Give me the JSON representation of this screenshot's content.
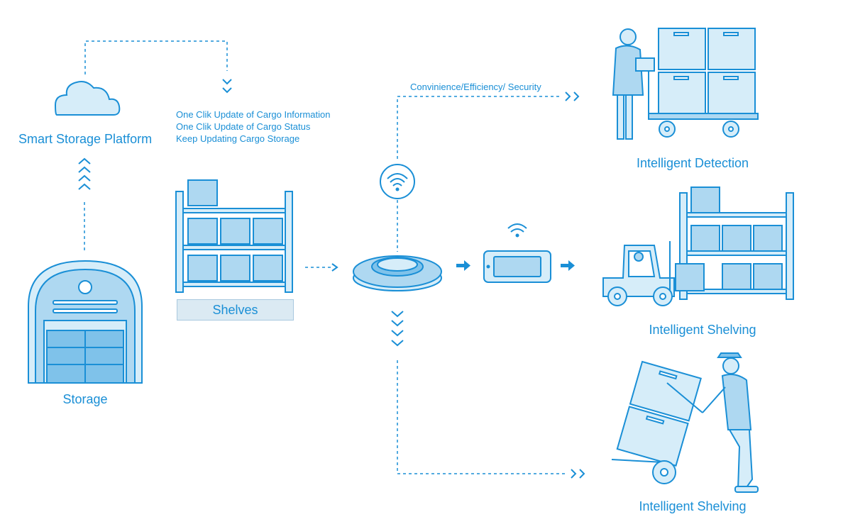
{
  "colors": {
    "accent": "#1a8fd6",
    "fill_light": "#d6edf9",
    "fill_mid": "#aed8f1",
    "fill_dark": "#7fc2ea"
  },
  "labels": {
    "smart_storage_platform": "Smart Storage Platform",
    "storage": "Storage",
    "shelves": "Shelves",
    "update_lines": [
      "One Clik Update of Cargo Information",
      "One Clik Update of Cargo Status",
      "Keep Updating Cargo Storage"
    ],
    "top_path": "Convinience/Efficiency/ Security",
    "intelligent_detection": "Intelligent Detection",
    "intelligent_shelving_1": "Intelligent Shelving",
    "intelligent_shelving_2": "Intelligent Shelving"
  },
  "icons": [
    "cloud-icon",
    "warehouse-icon",
    "shelves-icon",
    "wifi-icon",
    "rfid-reader-icon",
    "handheld-terminal-icon",
    "cart-worker-icon",
    "forklift-shelf-icon",
    "hand-truck-worker-icon",
    "chevron-up-icon",
    "chevron-down-icon",
    "chevron-right-icon",
    "arrow-right-icon"
  ]
}
